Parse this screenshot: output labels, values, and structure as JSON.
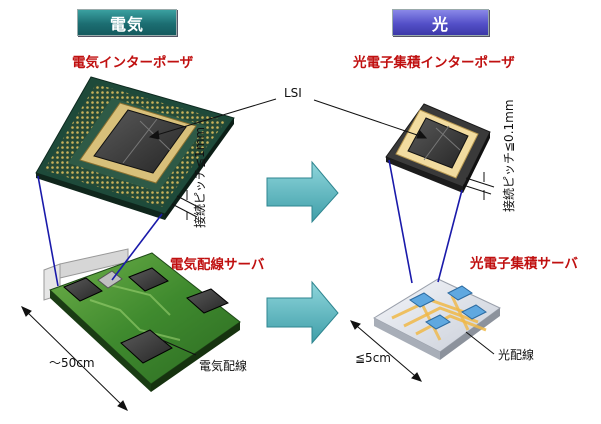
{
  "headers": {
    "electric": "電気",
    "optical": "光"
  },
  "titles": {
    "electric_interposer": "電気インターポーザ",
    "optical_interposer": "光電子集積インターポーザ",
    "electric_server": "電気配線サーバ",
    "optical_server": "光電子集積サーバ"
  },
  "labels": {
    "lsi": "LSI",
    "pitch_electric": "接続ピッチ≦1mm",
    "pitch_optical": "接続ピッチ≦0.1mm",
    "size_electric": "～50cm",
    "size_optical": "≦5cm",
    "electric_wiring": "電気配線",
    "optical_wiring": "光配線"
  },
  "colors": {
    "electric_header": "#1c6e72",
    "optical_header": "#5450c8",
    "title_red": "#c01010",
    "arrow_teal": "#5ab8c0",
    "connector_blue": "#1a1aaa"
  }
}
